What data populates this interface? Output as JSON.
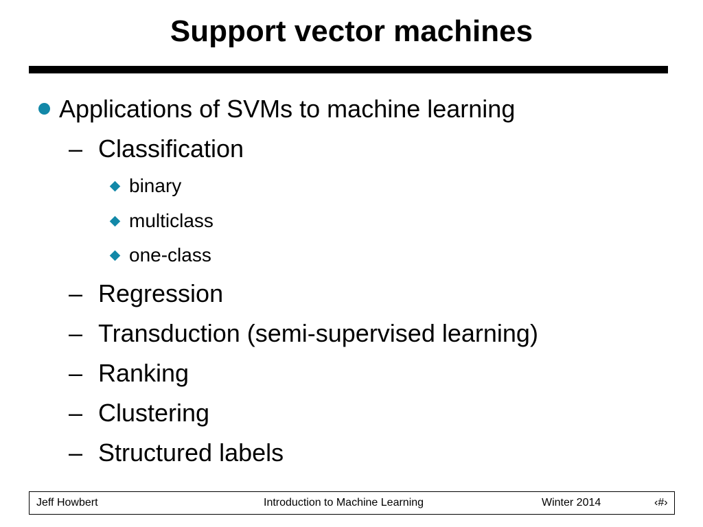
{
  "slide": {
    "title": "Support vector machines",
    "bullets": {
      "main": "Applications of SVMs to machine learning",
      "classification": "Classification",
      "classification_items": [
        "binary",
        "multiclass",
        "one-class"
      ],
      "others": [
        "Regression",
        "Transduction (semi-supervised learning)",
        "Ranking",
        "Clustering",
        "Structured labels"
      ],
      "dash_glyph": "–"
    },
    "accent_color": "#1288a8"
  },
  "footer": {
    "author": "Jeff Howbert",
    "course": "Introduction to Machine Learning",
    "term": "Winter 2014",
    "page": "‹#›"
  }
}
